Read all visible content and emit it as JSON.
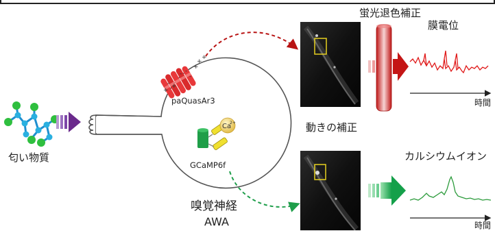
{
  "labels": {
    "odorant": "匂い物質",
    "voltage_sensor": "paQuasAr3",
    "calcium_sensor": "GCaMP6f",
    "calcium_ion": "Ca",
    "calcium_charge": "2+",
    "neuron_name": "嗅覚神経",
    "neuron_id": "AWA",
    "bleach_correction": "蛍光退色補正",
    "membrane_potential": "膜電位",
    "motion_correction": "動きの補正",
    "calcium_ion_trace": "カルシウムイオン",
    "time_axis_top": "時間",
    "time_axis_bottom": "時間",
    "charges": [
      "+",
      "+",
      "+",
      "-",
      "-",
      "+",
      "-",
      "+",
      "-"
    ]
  },
  "colors": {
    "odorant_arrow": "#6a2a8c",
    "molecule_green": "#2fbf3f",
    "molecule_blue": "#2ab0e0",
    "voltage_arrow": "#b81414",
    "calcium_arrow": "#1e9e4a",
    "voltage_trace": "#e01818",
    "calcium_trace": "#2a9a3a",
    "cell_outline": "#555555"
  }
}
